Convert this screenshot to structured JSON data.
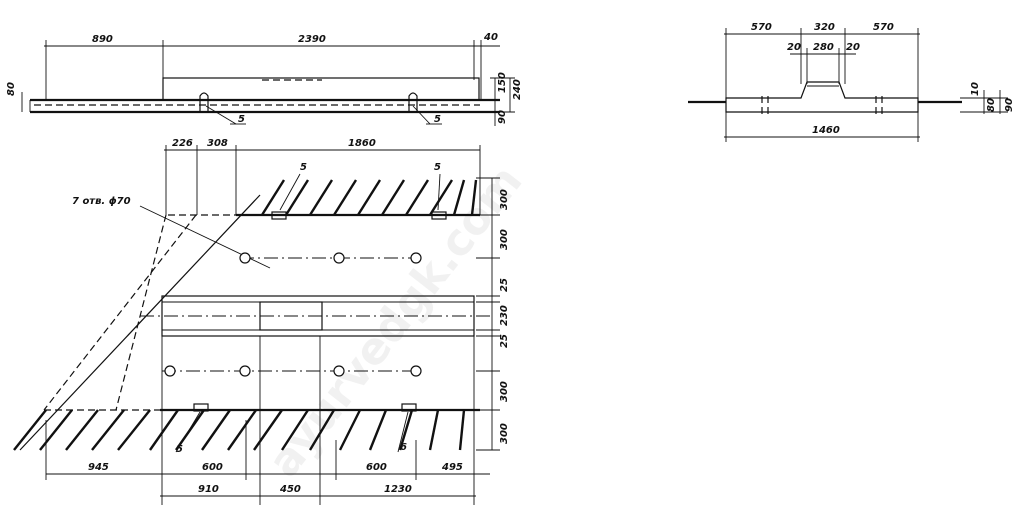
{
  "watermark": "ayurvedgk.com",
  "note": {
    "holes_label": "7 отв. ϕ70"
  },
  "side_view": {
    "dims_top": [
      "890",
      "2390",
      "40"
    ],
    "dims_right": [
      "150",
      "240",
      "90"
    ],
    "dim_left": "80",
    "marks": [
      "5",
      "5"
    ]
  },
  "plan_view": {
    "dims_top": [
      "226",
      "308",
      "1860"
    ],
    "dims_right": [
      "300",
      "300",
      "25",
      "230",
      "25",
      "300",
      "300"
    ],
    "dims_bottom_row1": [
      "945",
      "600",
      "600",
      "495"
    ],
    "dims_bottom_row2": [
      "910",
      "450",
      "1230"
    ],
    "marks": [
      "5",
      "5",
      "5",
      "6"
    ]
  },
  "end_view": {
    "dims_top": [
      "570",
      "320",
      "570"
    ],
    "dims_top_inner": [
      "20",
      "280",
      "20"
    ],
    "dims_right": [
      "10",
      "80",
      "90"
    ],
    "dim_bottom": "1460"
  }
}
